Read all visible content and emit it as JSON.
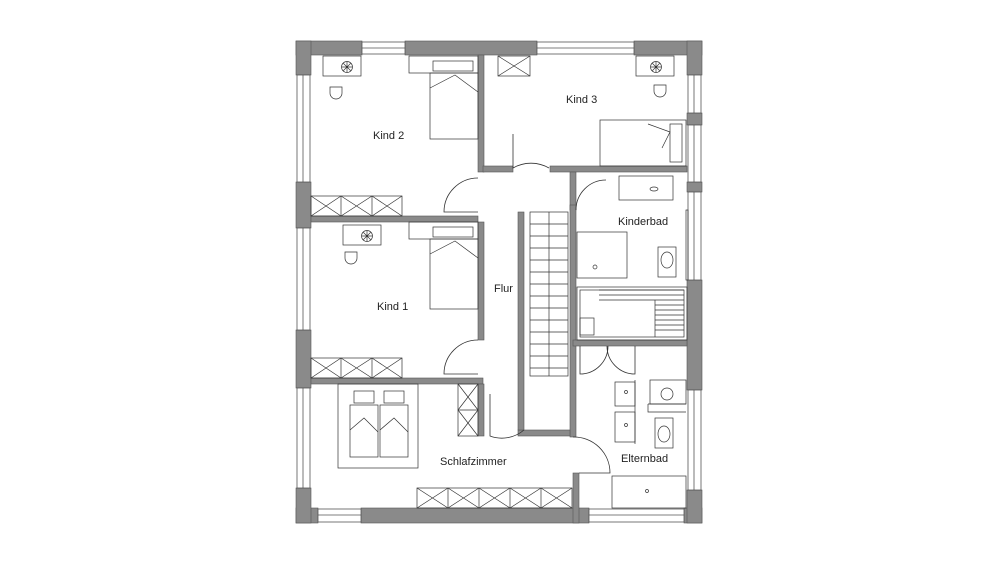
{
  "rooms": {
    "kind2": "Kind 2",
    "kind3": "Kind 3",
    "kinderbad": "Kinderbad",
    "kind1": "Kind 1",
    "flur": "Flur",
    "schlafzimmer": "Schlafzimmer",
    "elternbad": "Elternbad"
  },
  "colors": {
    "wall": "#8a8a8a",
    "line": "#333333",
    "background": "#ffffff"
  }
}
